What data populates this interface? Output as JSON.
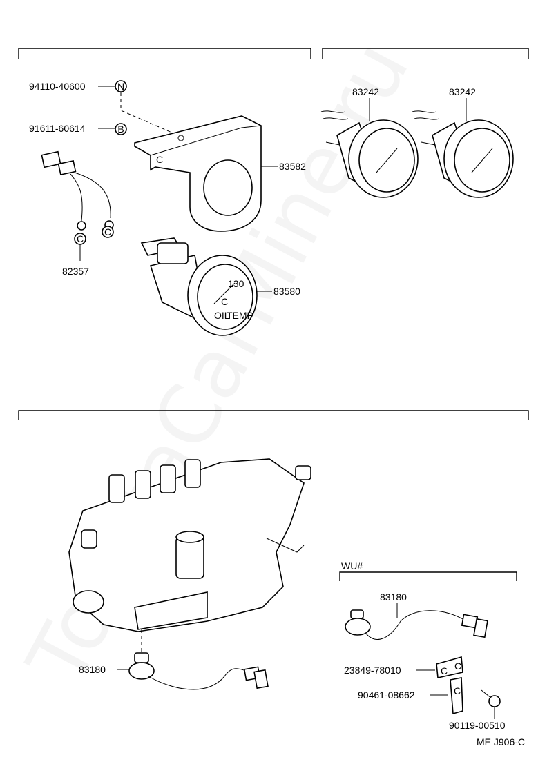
{
  "watermark": "ToyotaCarMine.ru",
  "labels": {
    "p94110": "94110-40600",
    "p91611": "91611-60614",
    "p83582": "83582",
    "p82357": "82357",
    "p83580": "83580",
    "p83242a": "83242",
    "p83242b": "83242",
    "p83180a": "83180",
    "p83180b": "83180",
    "p23849": "23849-78010",
    "p90461": "90461-08662",
    "p90119": "90119-00510",
    "variant": "WU#",
    "ref": "ME J906-C"
  },
  "callouts": {
    "nut": "N",
    "bolt": "B",
    "common": "C"
  },
  "gauge_text": {
    "oil": "OIL",
    "temp": "TEMP",
    "scale_a": "130",
    "scale_b": "C"
  }
}
